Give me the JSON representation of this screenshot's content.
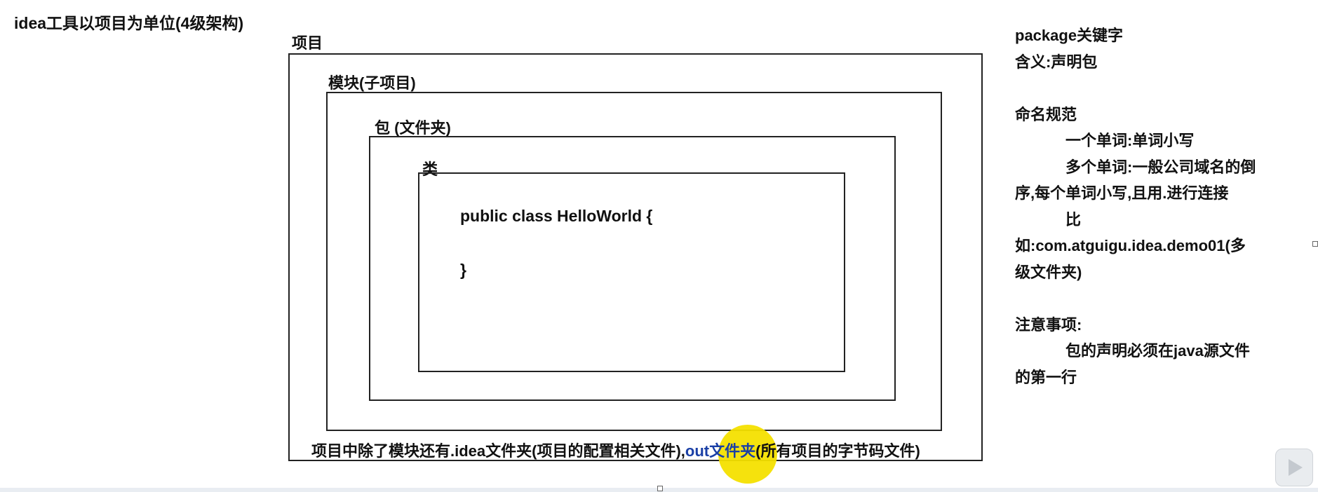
{
  "title": "idea工具以项目为单位(4级架构)",
  "levels": {
    "project": "项目",
    "module": "模块(子项目)",
    "package": "包 (文件夹)",
    "class": "类"
  },
  "code": {
    "line1": "public class HelloWorld {",
    "line2": "}"
  },
  "bottom_note": {
    "part1": "项目中除了模块还有.idea文件夹(项目的配置相关文件),",
    "part2": "out文件夹",
    "part3": "(所有项目的字节码文件)"
  },
  "notes": {
    "heading": "package关键字",
    "meaning": "含义:声明包",
    "naming_title": "命名规范",
    "naming_single": "一个单词:单词小写",
    "naming_multi_1": "多个单词:一般公司域名的倒",
    "naming_multi_2": "序,每个单词小写,且用.进行连接",
    "example_1": "比",
    "example_2": "如:com.atguigu.idea.demo01(多",
    "example_3": "级文件夹)",
    "attention_title": "注意事项:",
    "attention_1": "包的声明必须在java源文件",
    "attention_2": "的第一行"
  },
  "colors": {
    "highlight_text": "#1a3fa6",
    "cursor_spot": "#f4e000"
  }
}
